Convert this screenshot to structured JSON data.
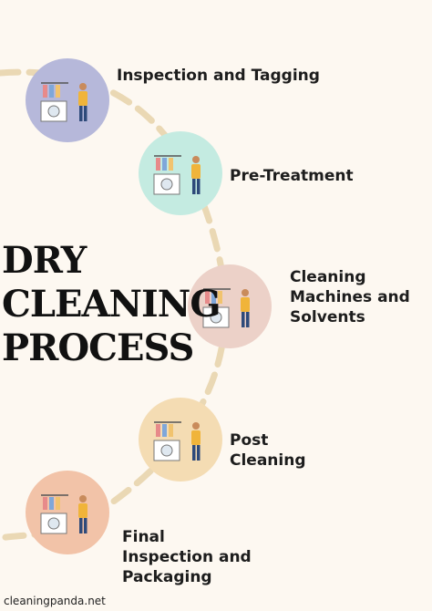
{
  "title": {
    "line1": "DRY",
    "line2": "CLEANING",
    "line3": "PROCESS"
  },
  "steps": [
    {
      "label_lines": [
        "Inspection and Tagging"
      ],
      "color": "#b6b8da"
    },
    {
      "label_lines": [
        "Pre-Treatment"
      ],
      "color": "#c4ebe1"
    },
    {
      "label_lines": [
        "Cleaning",
        "Machines and",
        "Solvents"
      ],
      "color": "#ecd1c8"
    },
    {
      "label_lines": [
        "Post",
        "Cleaning"
      ],
      "color": "#f4dcb3"
    },
    {
      "label_lines": [
        "Final",
        "Inspection and",
        "Packaging"
      ],
      "color": "#f2c3a8"
    }
  ],
  "arc_color": "#ead8b4",
  "footer": "cleaningpanda.net"
}
